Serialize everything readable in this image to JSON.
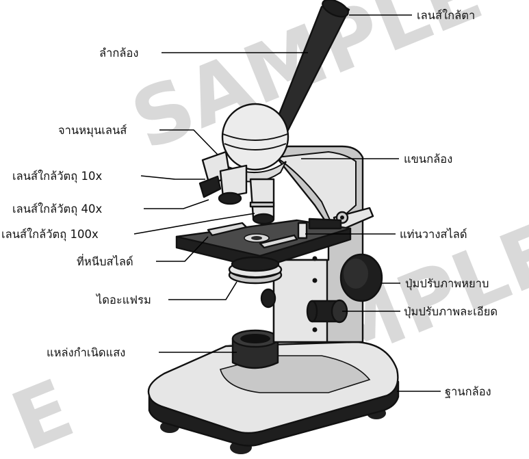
{
  "watermark": "SAMPLE",
  "labels": {
    "eyepiece": "เลนส์ใกล้ตา",
    "body_tube": "ลำกล้อง",
    "revolving_nosepiece": "จานหมุนเลนส์",
    "objective_10x": "เลนส์ใกล้วัตถุ 10x",
    "objective_40x": "เลนส์ใกล้วัตถุ 40x",
    "objective_100x": "เลนส์ใกล้วัตถุ 100x",
    "stage_clips": "ที่หนีบสไลด์",
    "diaphragm": "ไดอะแฟรม",
    "light_source": "แหล่งกำเนิดแสง",
    "arm": "แขนกล้อง",
    "stage": "แท่นวางสไลด์",
    "coarse_focus": "ปุ่มปรับภาพหยาบ",
    "fine_focus": "ปุ่มปรับภาพละเอียด",
    "base": "ฐานกล้อง"
  },
  "colors": {
    "tube": "#2b2b2b",
    "body_light": "#e6e6e6",
    "body_mid": "#c8c8c8",
    "dark": "#1e1e1e",
    "watermark": "#d9d9d9"
  }
}
